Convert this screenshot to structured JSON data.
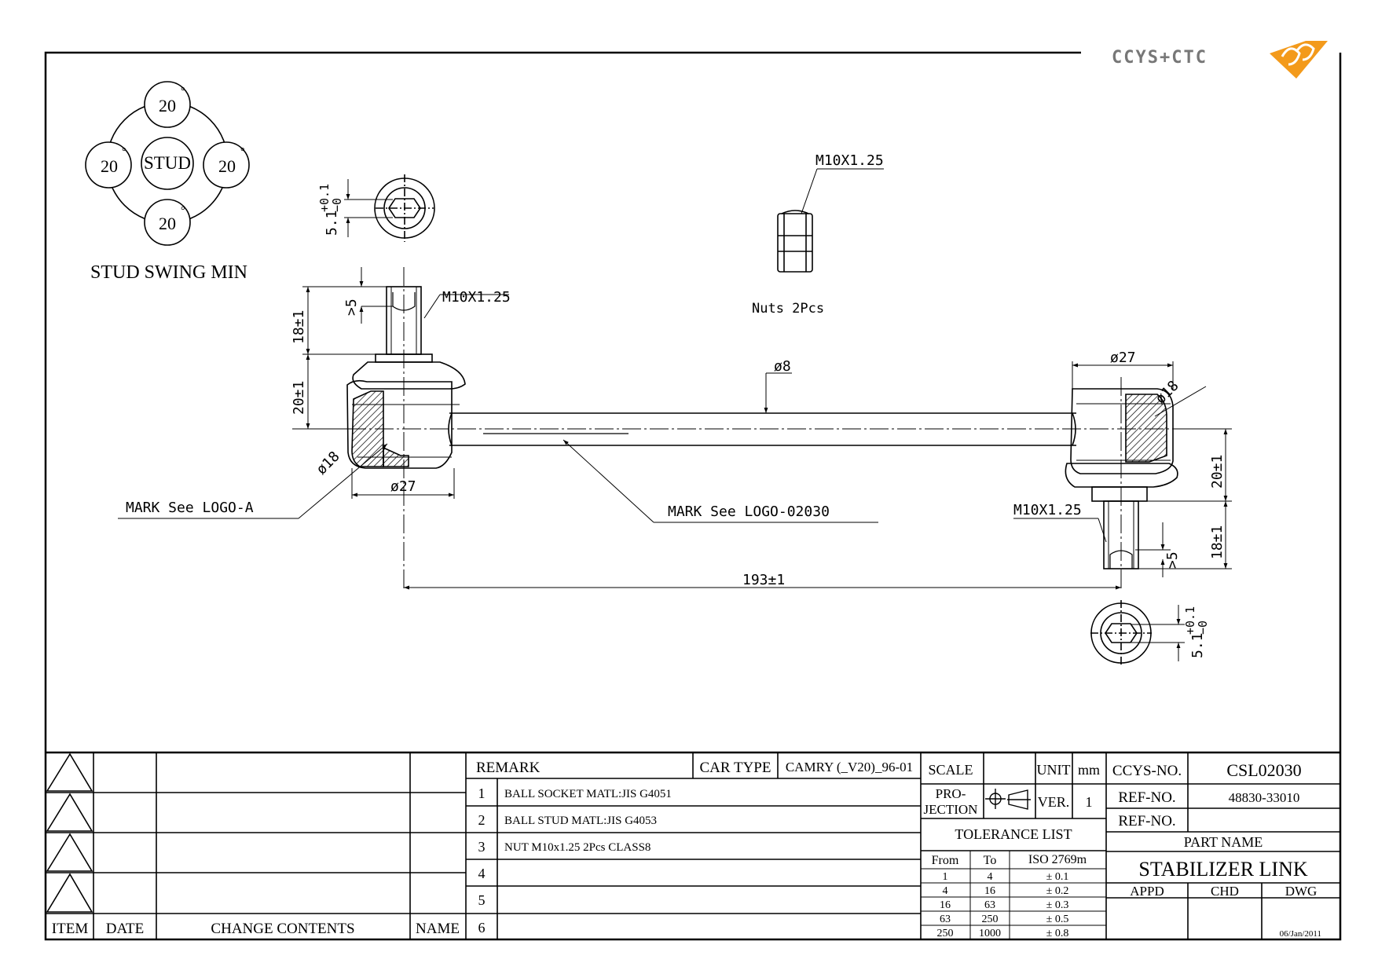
{
  "logo": {
    "text": "CCYS+CTC"
  },
  "swing": {
    "center": "STUD",
    "angles": [
      "20",
      "20",
      "20",
      "20"
    ],
    "degree": "°",
    "caption": "STUD SWING MIN"
  },
  "dims": {
    "hex_top": "5.1",
    "hex_top_tol_plus": "+0.1",
    "hex_top_tol_minus": "−0",
    "hex_bottom": "5.1",
    "hex_bottom_tol_plus": "+0.1",
    "hex_bottom_tol_minus": "−0",
    "nut_thread": "M10X1.25",
    "nuts_label": "Nuts 2Pcs",
    "left_thread": "M10X1.25",
    "right_thread": "M10X1.25",
    "left_gt5": ">5",
    "right_gt5": ">5",
    "left_18": "18±1",
    "left_20": "20±1",
    "right_18": "18±1",
    "right_20": "20±1",
    "rod_dia": "ø8",
    "left_ball": "ø18",
    "right_ball": "ø18",
    "left_housing": "ø27",
    "right_housing": "ø27",
    "length": "193±1",
    "mark_a": "MARK See LOGO-A",
    "mark_02030": "MARK See LOGO-02030"
  },
  "change_table": {
    "headers": {
      "item": "ITEM",
      "date": "DATE",
      "contents": "CHANGE CONTENTS",
      "name": "NAME"
    }
  },
  "remarks": {
    "title": "REMARK",
    "car_type_label": "CAR TYPE",
    "car_type_value": "CAMRY (_V20)_96-01",
    "rows": [
      {
        "no": "1",
        "text": "BALL SOCKET MATL:JIS G4051"
      },
      {
        "no": "2",
        "text": "BALL STUD MATL:JIS G4053"
      },
      {
        "no": "3",
        "text": "NUT M10x1.25 2Pcs CLASS8"
      },
      {
        "no": "4",
        "text": ""
      },
      {
        "no": "5",
        "text": ""
      },
      {
        "no": "6",
        "text": ""
      }
    ]
  },
  "spec": {
    "scale_label": "SCALE",
    "unit_label": "UNIT",
    "unit_value": "mm",
    "projection_line1": "PRO-",
    "projection_line2": "JECTION",
    "ver_label": "VER.",
    "ver_value": "1",
    "tolerance_title": "TOLERANCE LIST",
    "tol_headers": [
      "From",
      "To",
      "ISO 2769m"
    ],
    "tol_rows": [
      [
        "1",
        "4",
        "± 0.1"
      ],
      [
        "4",
        "16",
        "± 0.2"
      ],
      [
        "16",
        "63",
        "± 0.3"
      ],
      [
        "63",
        "250",
        "± 0.5"
      ],
      [
        "250",
        "1000",
        "± 0.8"
      ]
    ]
  },
  "title_block": {
    "ccys_no_label": "CCYS-NO.",
    "ccys_no_value": "CSL02030",
    "ref_no_label": "REF-NO.",
    "ref_no_value": "48830-33010",
    "ref_no2_label": "REF-NO.",
    "ref_no2_value": "",
    "part_name_label": "PART NAME",
    "part_name_value": "STABILIZER LINK",
    "appd": "APPD",
    "chd": "CHD",
    "dwg": "DWG",
    "date": "06/Jan/2011"
  }
}
